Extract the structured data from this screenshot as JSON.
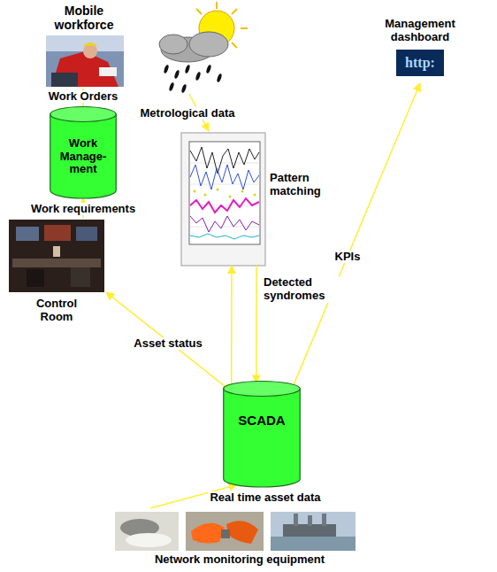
{
  "diagram": {
    "nodes": [
      {
        "text": [
          "Mobile workforce"
        ]
      },
      {
        "text": [
          "Work Manage- ment"
        ]
      },
      {
        "text": [
          "Control Room"
        ]
      },
      {
        "text": [
          "Pattern matching"
        ]
      },
      {
        "text": [
          "Management dashboard",
          "http:"
        ]
      },
      {
        "text": [
          "SCADA"
        ]
      },
      {
        "text": [
          "Network monitoring equipment"
        ]
      }
    ],
    "edges": [
      {
        "from": 1,
        "to": 0,
        "label": "Work Orders",
        "arrow": "to"
      },
      {
        "from": 2,
        "to": 1,
        "label": "Work requirements",
        "arrow": "to"
      },
      {
        "from": 5,
        "to": 2,
        "label": "Asset status",
        "arrow": "both"
      },
      {
        "from": 5,
        "to": 3,
        "arrow": "to"
      },
      {
        "from": 3,
        "to": 5,
        "label": "Detected syndromes",
        "arrow": "to"
      },
      {
        "from": 5,
        "to": 4,
        "label": "KPIs",
        "arrow": "to"
      },
      {
        "from": 6,
        "to": 5,
        "label": "Real time asset data",
        "arrow": "to"
      }
    ],
    "labels": [
      "Metrological data"
    ]
  }
}
